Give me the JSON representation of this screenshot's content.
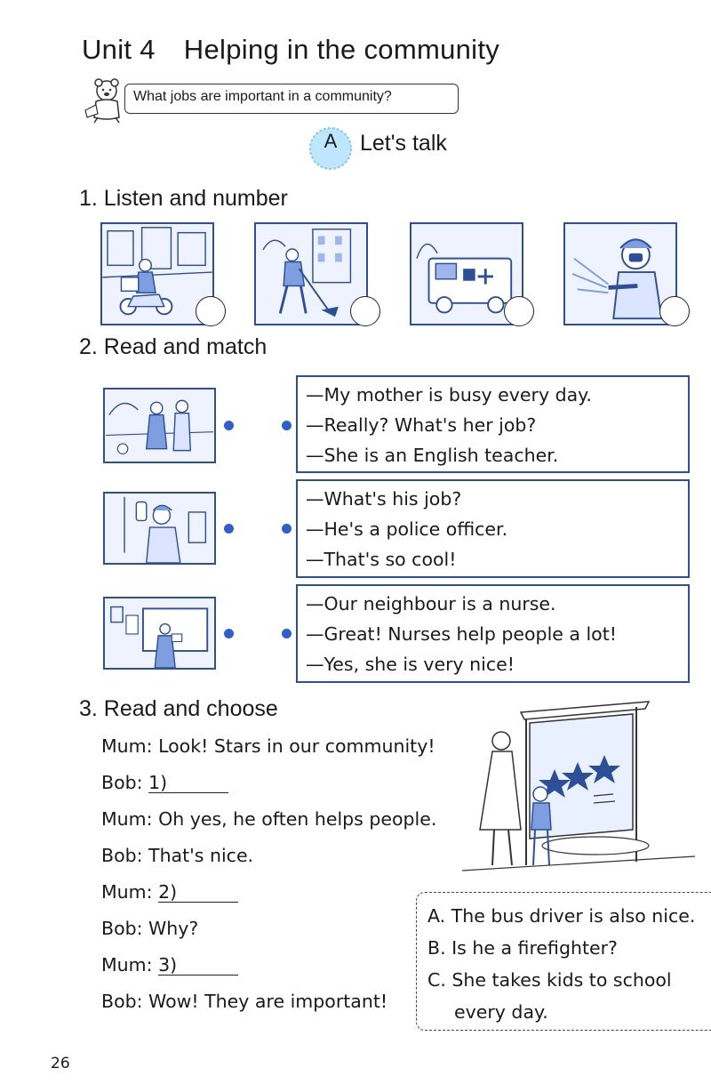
{
  "header": {
    "unit": "Unit 4",
    "title": "Helping in the community",
    "question": "What jobs are important in a community?",
    "part_letter": "A",
    "part_title": "Let's talk"
  },
  "section1": {
    "title": "1. Listen and number",
    "pictures": [
      "delivery-rider",
      "street-cleaner",
      "ambulance",
      "firefighter"
    ]
  },
  "section2": {
    "title": "2. Read and match",
    "dialogues": [
      [
        "—My mother is busy every day.",
        "—Really? What's her job?",
        "—She is an English teacher."
      ],
      [
        "—What's his job?",
        "—He's a police officer.",
        "—That's so cool!"
      ],
      [
        "—Our neighbour is a nurse.",
        "—Great! Nurses help people a lot!",
        "—Yes, she is very nice!"
      ]
    ]
  },
  "section3": {
    "title": "3. Read and choose",
    "lines": [
      {
        "text": "Mum: Look! Stars in our community!",
        "blank": ""
      },
      {
        "text": "Bob: ",
        "blank": "1)"
      },
      {
        "text": "Mum: Oh yes, he often helps people.",
        "blank": ""
      },
      {
        "text": "Bob: That's nice.",
        "blank": ""
      },
      {
        "text": "Mum: ",
        "blank": "2)"
      },
      {
        "text": "Bob: Why?",
        "blank": ""
      },
      {
        "text": "Mum: ",
        "blank": "3)"
      },
      {
        "text": "Bob: Wow! They are important!",
        "blank": ""
      }
    ],
    "options": {
      "a": "A. The bus driver is also nice.",
      "b": "B. Is he a firefighter?",
      "c1": "C. She takes kids to school",
      "c2": "every day."
    }
  },
  "page_number": "26",
  "colors": {
    "accent": "#2d4f97",
    "dot": "#2f5fcf",
    "badge": "#bfe6ff"
  }
}
